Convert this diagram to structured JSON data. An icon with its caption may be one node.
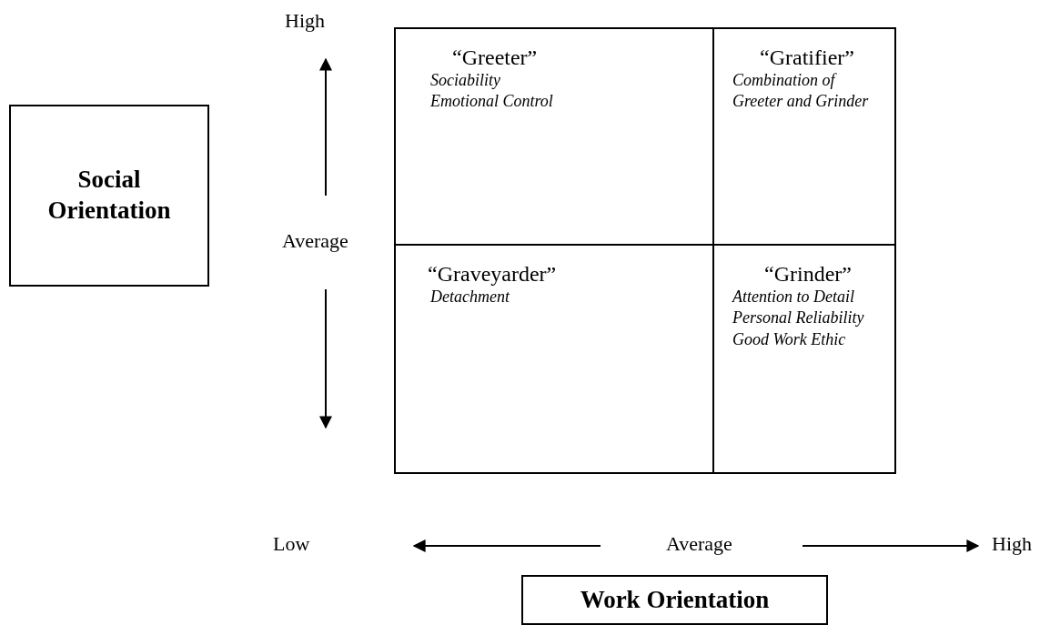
{
  "diagram": {
    "nodes": [
      {
        "text": [
          "Social Orientation"
        ]
      },
      {
        "text": [
          "“Greeter”",
          "Sociability",
          "Emotional Control"
        ]
      },
      {
        "text": [
          "“Gratifier”",
          "Combination of Greeter and Grinder"
        ]
      },
      {
        "text": [
          "“Graveyarder”",
          "Detachment"
        ]
      },
      {
        "text": [
          "“Grinder”",
          "Attention to Detail",
          "Personal Reliability",
          "Good Work Ethic"
        ]
      },
      {
        "text": [
          "Work Orientation"
        ]
      }
    ],
    "labels": [
      "High",
      "Average",
      "Low",
      "Average",
      "High"
    ]
  }
}
